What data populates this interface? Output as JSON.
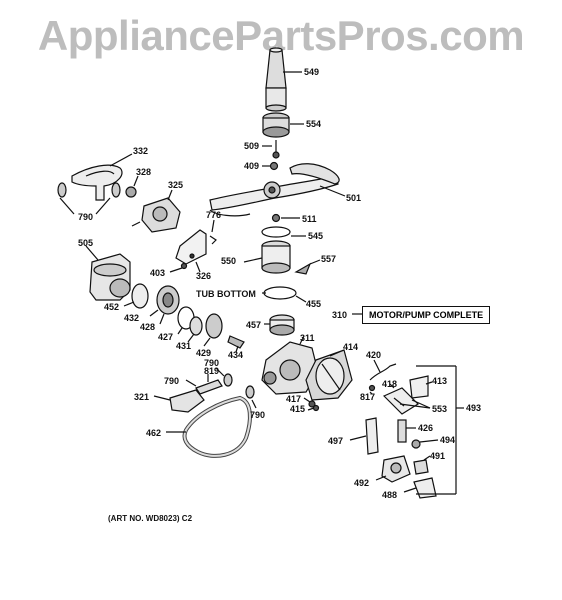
{
  "watermark": "AppliancePartsPros.com",
  "art_number": "(ART NO. WD8023) C2",
  "motor_pump_label": "MOTOR/PUMP COMPLETE",
  "tub_bottom_label": "TUB BOTTOM",
  "labels": {
    "p549": "549",
    "p554": "554",
    "p509": "509",
    "p409": "409",
    "p501": "501",
    "p332": "332",
    "p328": "328",
    "p325": "325",
    "p790a": "790",
    "p776": "776",
    "p511": "511",
    "p545": "545",
    "p505": "505",
    "p550": "550",
    "p557": "557",
    "p403": "403",
    "p326": "326",
    "p455": "455",
    "p310": "310",
    "p452": "452",
    "p432": "432",
    "p428": "428",
    "p427": "427",
    "p431": "431",
    "p429": "429",
    "p434": "434",
    "p457": "457",
    "p311": "311",
    "p414": "414",
    "p420": "420",
    "p819": "819",
    "p790b": "790",
    "p790c": "790",
    "p321": "321",
    "p417": "417",
    "p415": "415",
    "p817": "817",
    "p418": "418",
    "p413": "413",
    "p553": "553",
    "p493": "493",
    "p790d": "790",
    "p462": "462",
    "p497": "497",
    "p426": "426",
    "p494": "494",
    "p491": "491",
    "p492": "492",
    "p488": "488"
  }
}
